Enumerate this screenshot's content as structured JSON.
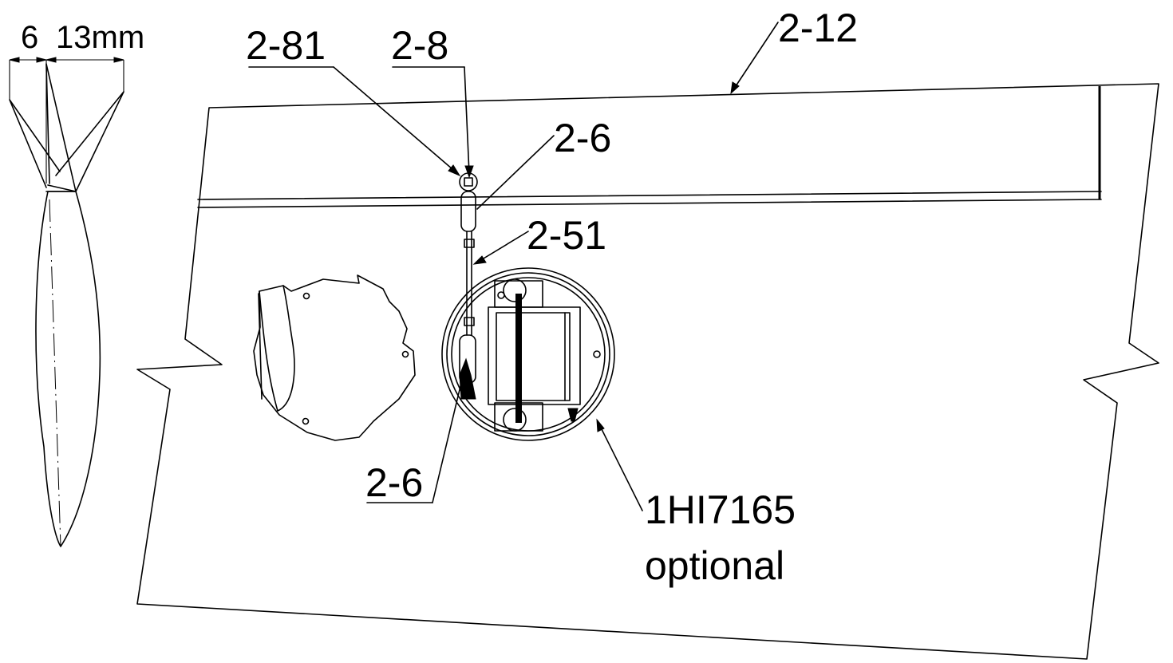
{
  "dimensions": {
    "left": "6",
    "right": "13mm"
  },
  "labels": {
    "part_2_81": "2-81",
    "part_2_8": "2-8",
    "part_2_6_top": "2-6",
    "part_2_51": "2-51",
    "part_2_6_bottom": "2-6",
    "part_2_12": "2-12",
    "servo_part": "1HI7165",
    "servo_note": "optional"
  }
}
